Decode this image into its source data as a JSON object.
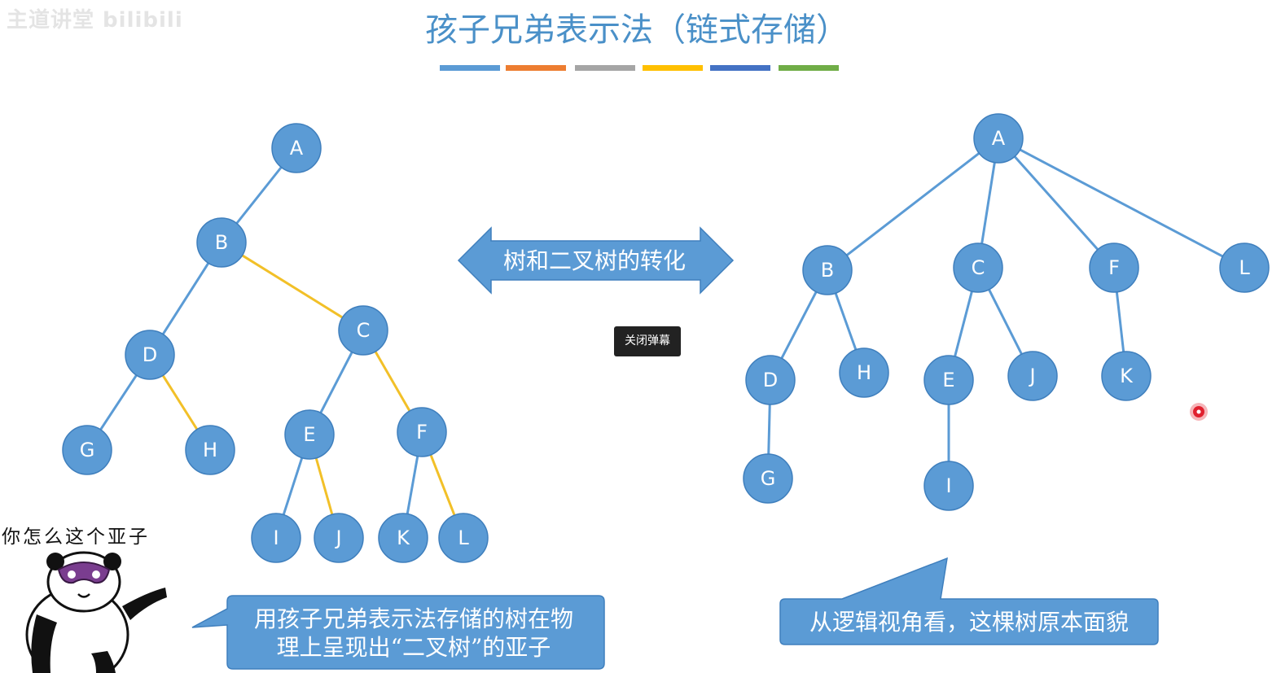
{
  "title": "孩子兄弟表示法（链式存储）",
  "watermark": "主道讲堂 bilibili",
  "colors": {
    "node": "#5b9bd5",
    "edge_blue": "#5b9bd5",
    "edge_yellow": "#f2c028",
    "title": "#4a90c8",
    "color_bar": [
      "#5b9bd5",
      "#ed7d31",
      "#a5a5a5",
      "#ffc000",
      "#4472c4",
      "#70ad47"
    ]
  },
  "arrow_label": "树和二叉树的转化",
  "danmaku_button": "关闭弹幕",
  "meme_caption": "你怎么这个亚子",
  "left_tree": {
    "nodes": [
      "A",
      "B",
      "C",
      "D",
      "E",
      "F",
      "G",
      "H",
      "I",
      "J",
      "K",
      "L"
    ],
    "child_edges": [
      [
        "A",
        "B"
      ],
      [
        "B",
        "D"
      ],
      [
        "D",
        "G"
      ],
      [
        "C",
        "E"
      ],
      [
        "E",
        "I"
      ],
      [
        "F",
        "K"
      ]
    ],
    "sibling_edges": [
      [
        "B",
        "C"
      ],
      [
        "D",
        "H"
      ],
      [
        "C",
        "F"
      ],
      [
        "E",
        "J"
      ],
      [
        "F",
        "L"
      ]
    ]
  },
  "right_tree": {
    "nodes": [
      "A",
      "B",
      "C",
      "F",
      "L",
      "D",
      "H",
      "E",
      "J",
      "K",
      "G",
      "I"
    ],
    "edges": [
      [
        "A",
        "B"
      ],
      [
        "A",
        "C"
      ],
      [
        "A",
        "F"
      ],
      [
        "A",
        "L"
      ],
      [
        "B",
        "D"
      ],
      [
        "B",
        "H"
      ],
      [
        "C",
        "E"
      ],
      [
        "C",
        "J"
      ],
      [
        "F",
        "K"
      ],
      [
        "D",
        "G"
      ],
      [
        "E",
        "I"
      ]
    ]
  },
  "callouts": {
    "left": [
      "用孩子兄弟表示法存储的树在物",
      "理上呈现出“二叉树”的亚子"
    ],
    "right": [
      "从逻辑视角看，这棵树原本面貌"
    ]
  }
}
